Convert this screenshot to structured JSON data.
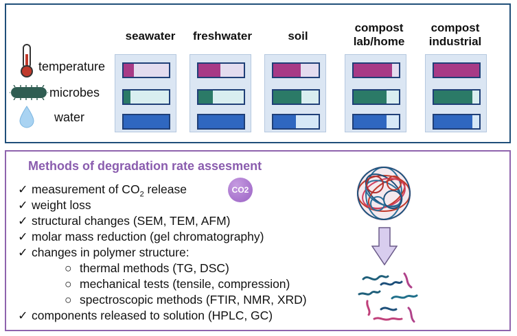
{
  "environments": [
    {
      "name": "seawater"
    },
    {
      "name": "freshwater"
    },
    {
      "name": "soil"
    },
    {
      "name": "compost\nlab/home"
    },
    {
      "name": "compost\nindustrial"
    }
  ],
  "factors": {
    "temperature": "temperature",
    "microbes": "microbes",
    "water": "water"
  },
  "levels": {
    "temperature": [
      0.22,
      0.48,
      0.6,
      0.85,
      1.0
    ],
    "microbes": [
      0.15,
      0.32,
      0.62,
      0.72,
      0.85
    ],
    "water": [
      1.0,
      1.0,
      0.5,
      0.72,
      0.85
    ]
  },
  "colors": {
    "temperature": "#a83a86",
    "microbes": "#2b7a67",
    "water": "#2f67c0",
    "top_border": "#1f4e79",
    "bottom_border": "#8e63ad",
    "title": "#8a5cae"
  },
  "methods": {
    "title": "Methods of degradation rate assesment",
    "co2_badge": "CO2",
    "items": [
      "measurement of CO",
      "weight loss",
      "structural changes (SEM, TEM, AFM)",
      "molar mass reduction (gel chromatography)",
      "changes in polymer structure:",
      "components released to solution (HPLC, GC)"
    ],
    "co2_subscript": "2",
    "co2_suffix": " release",
    "subitems": [
      "thermal methods (TG, DSC)",
      "mechanical tests (tensile, compression)",
      "spectroscopic methods (FTIR, NMR, XRD)"
    ],
    "check": "✓",
    "circle": "○"
  },
  "icons": {
    "temperature": "thermometer-icon",
    "microbes": "bacterium-icon",
    "water": "water-drop-icon",
    "polymer": "polymer-ball-icon",
    "arrow": "down-arrow-icon",
    "fragments": "polymer-fragments-icon"
  }
}
